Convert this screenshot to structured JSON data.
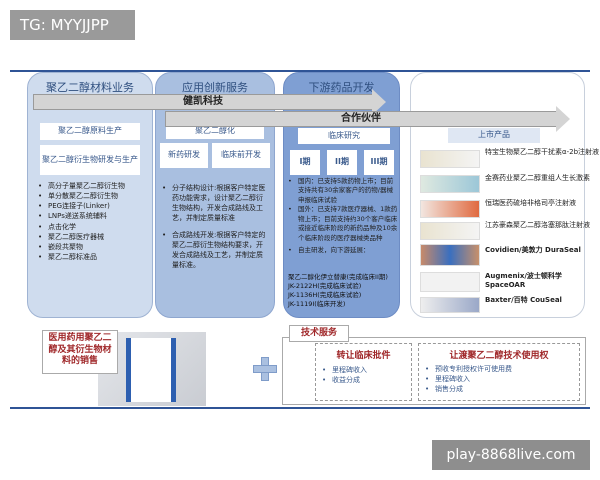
{
  "watermarks": {
    "top": "TG: MYYJJPP",
    "bottom": "play-8868live.com"
  },
  "columns": [
    {
      "title": "聚乙二醇材料业务",
      "boxes": [
        "聚乙二醇原料生产",
        "聚乙二醇衍生物研发与生产"
      ],
      "bullets": [
        "高分子量聚乙二醇衍生物",
        "单分散聚乙二醇衍生物",
        "PEG连接子(Linker)",
        "LNPs递送系统辅料",
        "点击化学",
        "聚乙二醇医疗器械",
        "嵌段共聚物",
        "聚乙二醇标准品"
      ]
    },
    {
      "title": "应用创新服务",
      "boxes": [
        "聚乙二醇化",
        "新药研发",
        "临床前开发"
      ],
      "bullets": [
        "分子结构设计:根据客户特定医药功能需求，设计聚乙二醇衍生物结构，开发合成路线及工艺，并制定质量标准",
        "合成路线开发:根据客户特定的聚乙二醇衍生物结构要求，开发合成路线及工艺，并制定质量标准。"
      ]
    },
    {
      "title": "下游药品开发",
      "boxes": [
        "临床研究",
        "I期",
        "II期",
        "III期"
      ],
      "bullets": [
        "国内：已支持5款药物上市；目前支持共有30余家客户的药物/器械申报临床试验",
        "国外：已支持7款医疗器械、1款药物上市；目前支持约30个客户临床或接近临床阶段的新药品种及10余个临床阶段的医疗器械类品种",
        "自主研发，向下游延展："
      ],
      "pipeline": [
        "聚乙二醇化伊立替康(完成临床II期)",
        "JK-2122H(完成临床试验)",
        "JK-1136H(完成临床试验)",
        "JK-1119I(临床开发)"
      ]
    },
    {
      "title": "上市产品",
      "products": [
        "特宝生物聚乙二醇干扰素α-2b注射液",
        "金赛药业聚乙二醇重组人生长激素",
        "恒瑞医药硫培非格司亭注射液",
        "江苏豪森聚乙二醇洛塞那肽注射液",
        "Covidien/美敦力 DuraSeal",
        "Augmenix/波士顿科学SpaceOAR",
        "Baxter/百特 CouSeal"
      ]
    }
  ],
  "arrows": [
    "健凯科技",
    "合作伙伴"
  ],
  "sales": "医用药用聚乙二醇及其衍生物材料的销售",
  "tech_service": {
    "title": "技术服务",
    "boxes": [
      {
        "title": "转让临床批件",
        "items": [
          "里程碑收入",
          "收益分成"
        ]
      },
      {
        "title": "让渡聚乙二醇技术使用权",
        "items": [
          "预收专利授权许可使用费",
          "里程碑收入",
          "销售分成"
        ]
      }
    ]
  },
  "colors": {
    "accent": "#2f5496",
    "title_red": "#a0282a"
  }
}
